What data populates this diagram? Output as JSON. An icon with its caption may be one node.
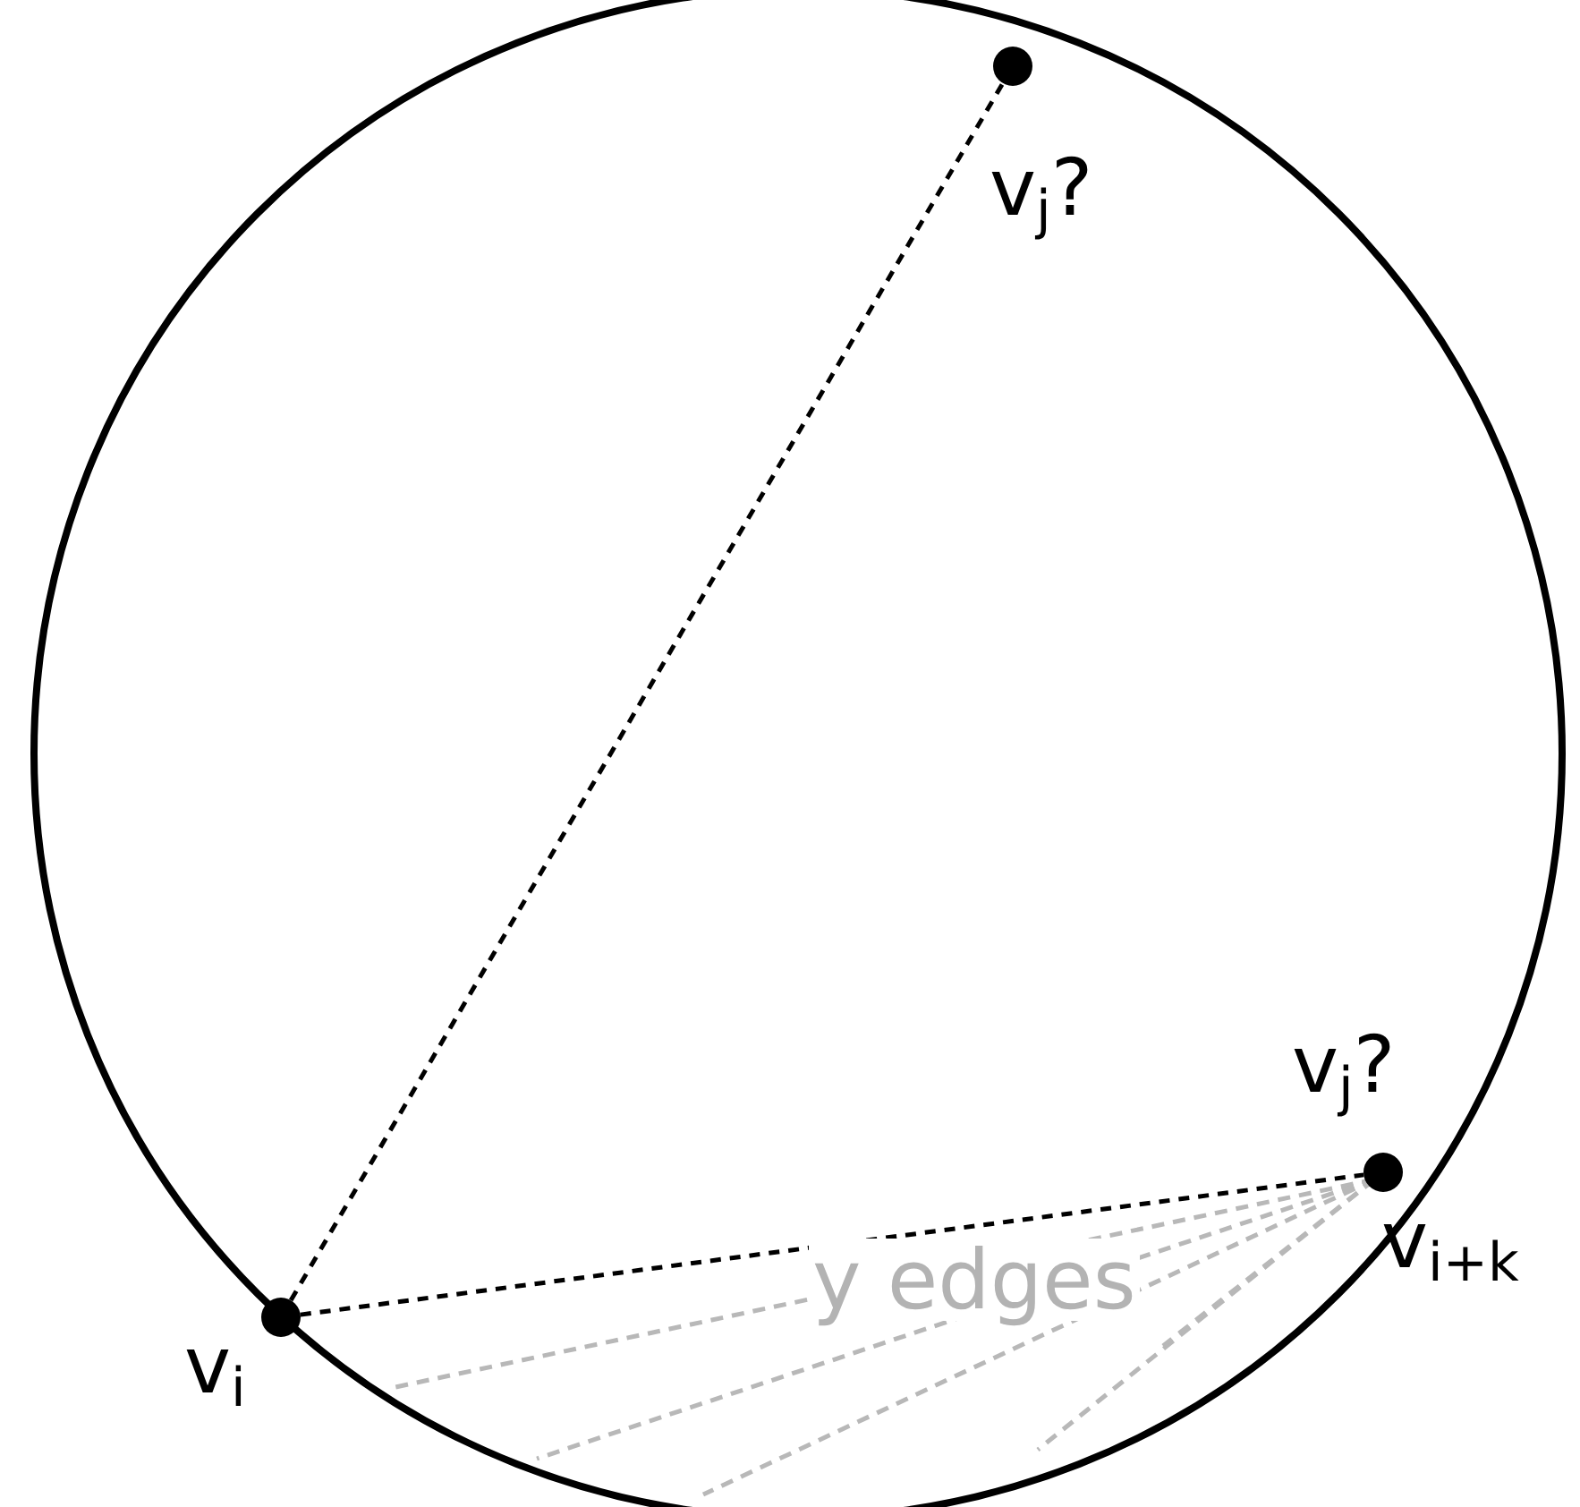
{
  "diagram": {
    "nodes": [
      {
        "text": [],
        "shape": "circle",
        "beside": [
          "v$_{j}$?"
        ]
      },
      {
        "text": [],
        "shape": "circle",
        "beside": [
          "v$_{i}$"
        ]
      },
      {
        "text": [],
        "shape": "circle",
        "beside": [
          "v$_{j}$?",
          "v$_{i+k}$"
        ]
      }
    ],
    "edges": [
      {
        "from": 1,
        "to": 0,
        "arrow": "none",
        "style": "dashed"
      },
      {
        "from": 1,
        "to": 2,
        "arrow": "none",
        "style": "dashed"
      }
    ],
    "labels": [
      "y edges"
    ]
  }
}
